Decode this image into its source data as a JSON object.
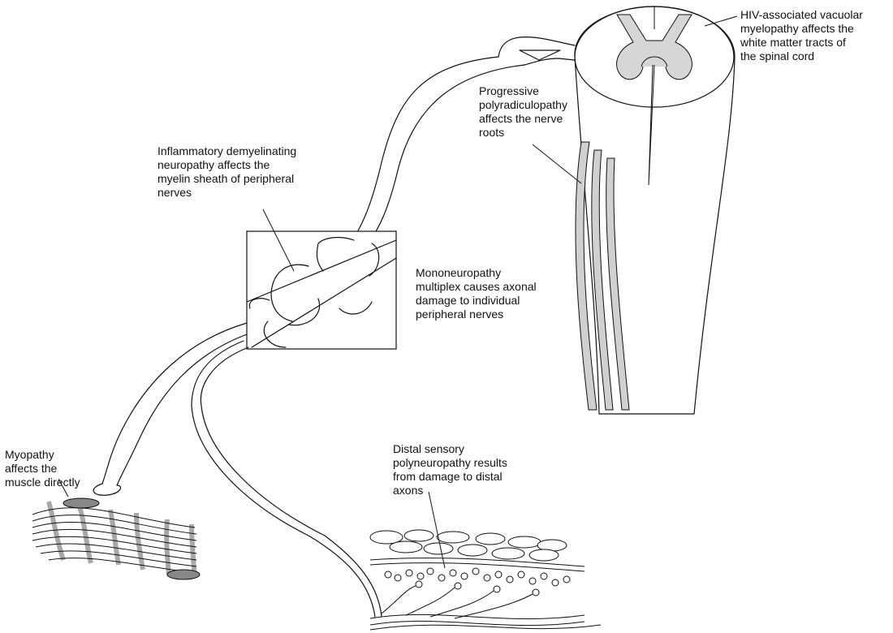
{
  "labels": {
    "vacuolar_myelopathy": "HIV-associated vacuolar\nmyelopathy affects the\nwhite matter tracts of\nthe spinal cord",
    "polyradiculopathy": "Progressive\npolyradiculopathy\naffects the nerve\nroots",
    "demyelinating": "Inflammatory demyelinating\nneuropathy affects the\nmyelin sheath of peripheral\nnerves",
    "mononeuropathy": "Mononeuropathy\nmultiplex causes axonal\ndamage to individual\nperipheral nerves",
    "myopathy": "Myopathy\naffects the\nmuscle directly",
    "distal_sensory": "Distal sensory\npolyneuropathy results\nfrom damage to distal\naxons"
  },
  "colors": {
    "line": "#111111",
    "gray_matter": "#d6d6d6",
    "nerve_root_fill": "#d0d0d0",
    "muscle_band": "#999999",
    "muscle_lesion": "#888888"
  }
}
